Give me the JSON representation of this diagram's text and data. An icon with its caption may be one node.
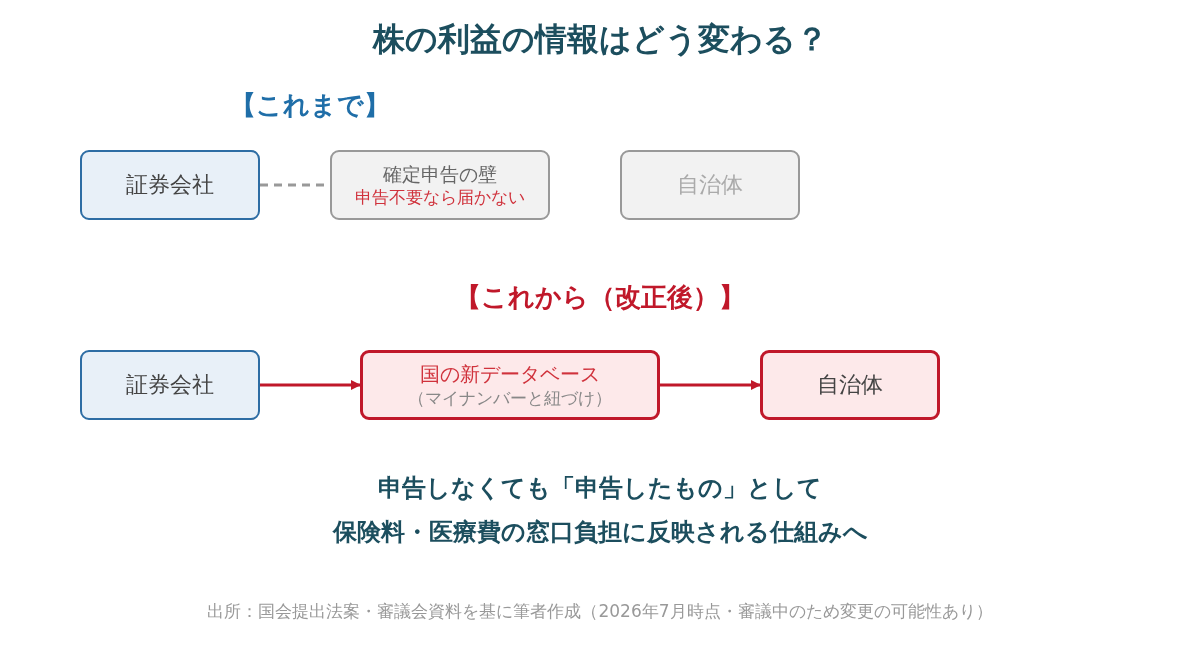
{
  "diagram": {
    "title": "株の利益の情報はどう変わる？",
    "caption": "出所：国会提出法案・審議会資料を基に筆者作成（2026年7月時点・審議中のため変更の可能性あり）",
    "nodes": [
      {
        "text": [
          "証券会社"
        ]
      },
      {
        "text": [
          "確定申告の壁",
          "申告不要なら届かない"
        ]
      },
      {
        "text": [
          "自治体"
        ]
      },
      {
        "text": [
          "証券会社"
        ]
      },
      {
        "text": [
          "国の新データベース",
          "（マイナンバーと紐づけ）"
        ]
      },
      {
        "text": [
          "自治体"
        ]
      }
    ],
    "edges": [
      {
        "from": 0,
        "to": 1,
        "arrow": "none",
        "style": "dashed",
        "color": "#999999"
      },
      {
        "from": 3,
        "to": 4,
        "arrow": "to"
      },
      {
        "from": 4,
        "to": 5,
        "arrow": "to"
      }
    ],
    "labels": [
      "【これまで】",
      "【これから（改正後）】",
      "申告しなくても「申告したもの」として",
      "保険料・医療費の窓口負担に反映される仕組みへ"
    ]
  }
}
